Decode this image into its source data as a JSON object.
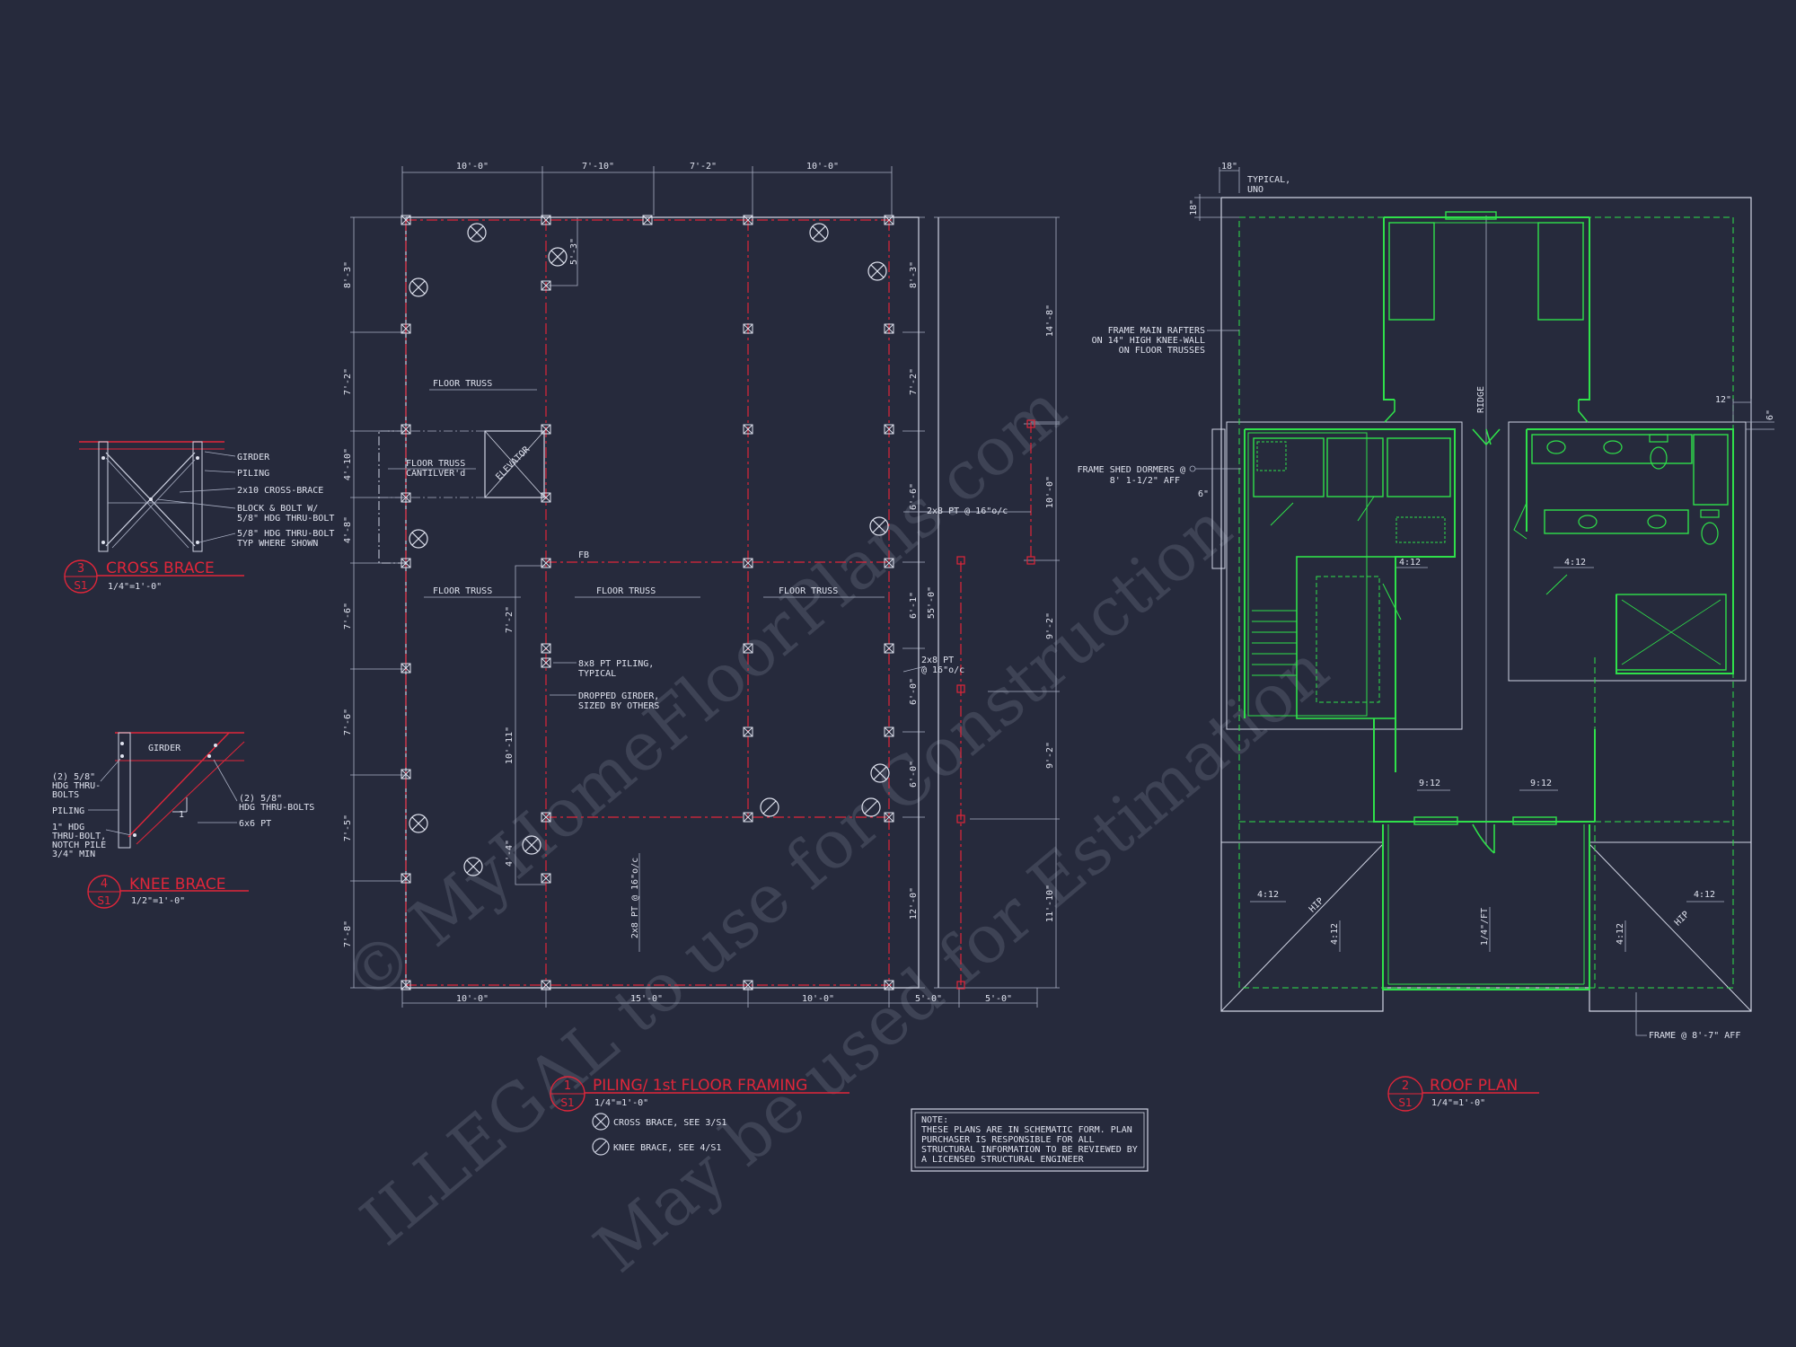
{
  "colors": {
    "background": "#262a3c",
    "linework": "#cfd3e2",
    "framing_red": "#e0263a",
    "roof_green": "#2fe04a"
  },
  "watermark": {
    "line1": "© MyHomeFloorPlans.com",
    "line2": "ILLEGAL to use for Construction",
    "line3": "May be used for Estimation"
  },
  "cross_brace": {
    "callout_num": "3",
    "callout_sheet": "S1",
    "title": "CROSS BRACE",
    "scale": "1/4\"=1'-0\"",
    "label_girder": "GIRDER",
    "label_piling": "PILING",
    "label_crossbrace": "2x10 CROSS-BRACE",
    "label_block1": "BLOCK & BOLT W/",
    "label_block2": "5/8\" HDG THRU-BOLT",
    "label_thru1": "5/8\" HDG THRU-BOLT",
    "label_thru2": "TYP WHERE SHOWN"
  },
  "knee_brace": {
    "callout_num": "4",
    "callout_sheet": "S1",
    "title": "KNEE BRACE",
    "scale": "1/2\"=1'-0\"",
    "label_girder": "GIRDER",
    "label_bolts_l1": "(2) 5/8\"",
    "label_bolts_l2": "HDG THRU-",
    "label_bolts_l3": "BOLTS",
    "label_piling": "PILING",
    "label_hdg1": "1\" HDG",
    "label_hdg2": "THRU-BOLT,",
    "label_hdg3": "NOTCH PILE",
    "label_hdg4": "3/4\" MIN",
    "label_bolts_r1": "(2) 5/8\"",
    "label_bolts_r2": "HDG THRU-BOLTS",
    "label_post": "6x6 PT",
    "label_slope": "1"
  },
  "piling_plan": {
    "callout_num": "1",
    "callout_sheet": "S1",
    "title": "PILING/ 1st FLOOR FRAMING",
    "scale": "1/4\"=1'-0\"",
    "legend_cross": "CROSS BRACE, SEE 3/S1",
    "legend_knee": "KNEE BRACE, SEE 4/S1",
    "dims_top": [
      "10'-0\"",
      "7'-10\"",
      "7'-2\"",
      "10'-0\""
    ],
    "dims_bottom": [
      "10'-0\"",
      "15'-0\"",
      "10'-0\"",
      "5'-0\"",
      "5'-0\""
    ],
    "dims_left": [
      "8'-3\"",
      "7'-2\"",
      "4'-10\"",
      "4'-8\"",
      "7'-6\"",
      "7'-6\"",
      "7'-5\"",
      "7'-8\""
    ],
    "dims_right_inner": [
      "8'-3\"",
      "7'-2\"",
      "6'-6\"",
      "6'-1\"",
      "6'-0\"",
      "6'-0\"",
      "12'-0\""
    ],
    "dim_overall": "55'-0\"",
    "dims_right_outer": [
      "14'-8\"",
      "10'-0\"",
      "9'-2\"",
      "9'-2\"",
      "11'-10\""
    ],
    "dim_5_3": "5'-3\"",
    "dim_7_2": "7'-2\"",
    "dim_10_11": "10'-11\"",
    "dim_4_4": "4'-4\"",
    "floor_truss": "FLOOR TRUSS",
    "cantilever": "CANTILVER'd",
    "elevator": "ELEVATOR",
    "fb": "FB",
    "piling_note1": "8x8 PT PILING,",
    "piling_note2": "TYPICAL",
    "girder_note1": "DROPPED GIRDER,",
    "girder_note2": "SIZED BY OTHERS",
    "joist_1": "2x8 PT @ 16\"o/c",
    "joist_2": "2x8 PT",
    "joist_3": "@ 16\"o/c",
    "joist_4": "2x8 PT @ 16\"o/c"
  },
  "note_box": {
    "title": "NOTE:",
    "lines": [
      "THESE PLANS ARE IN SCHEMATIC FORM. PLAN",
      "PURCHASER IS RESPONSIBLE FOR ALL",
      "STRUCTURAL INFORMATION TO BE REVIEWED BY",
      "A LICENSED STRUCTURAL ENGINEER"
    ]
  },
  "roof_plan": {
    "callout_num": "2",
    "callout_sheet": "S1",
    "title": "ROOF PLAN",
    "scale": "1/4\"=1'-0\"",
    "dim_18_top": "18\"",
    "dim_18_side": "18\"",
    "typical1": "TYPICAL,",
    "typical2": "UNO",
    "rafter_note1": "FRAME MAIN RAFTERS",
    "rafter_note2": "ON 14\" HIGH KNEE-WALL",
    "rafter_note3": "ON FLOOR TRUSSES",
    "dormer_note1": "FRAME SHED DORMERS @",
    "dormer_note2": "8' 1-1/2\" AFF",
    "dim_6": "6\"",
    "dim_12": "12\"",
    "dim_6b": "6\"",
    "ridge": "RIDGE",
    "pitch_412": "4:12",
    "pitch_912": "9:12",
    "pitch_14ft": "1/4\"/FT",
    "hip": "HIP",
    "frame_note": "FRAME @ 8'-7\" AFF"
  }
}
